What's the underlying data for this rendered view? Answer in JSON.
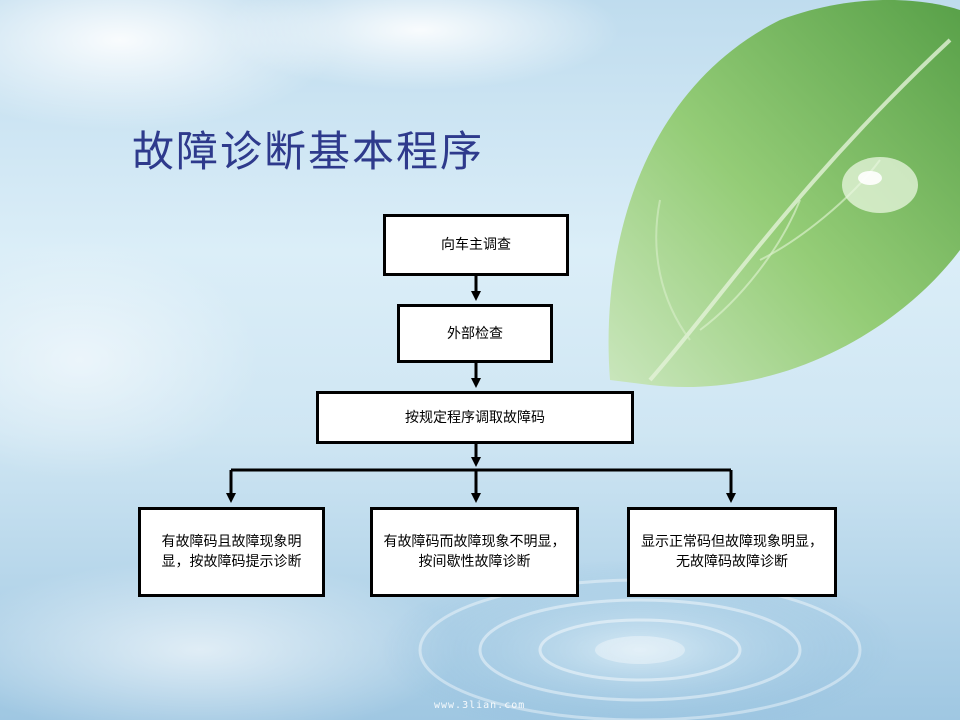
{
  "slide": {
    "title": "故障诊断基本程序",
    "footer": "www.3lian.com"
  },
  "flowchart": {
    "step1": "向车主调查",
    "step2": "外部检查",
    "step3": "按规定程序调取故障码",
    "branch_left": "有故障码且故障现象明显，按故障码提示诊断",
    "branch_middle": "有故障码而故障现象不明显，按间歇性故障诊断",
    "branch_right": "显示正常码但故障现象明显，无故障码故障诊断"
  }
}
